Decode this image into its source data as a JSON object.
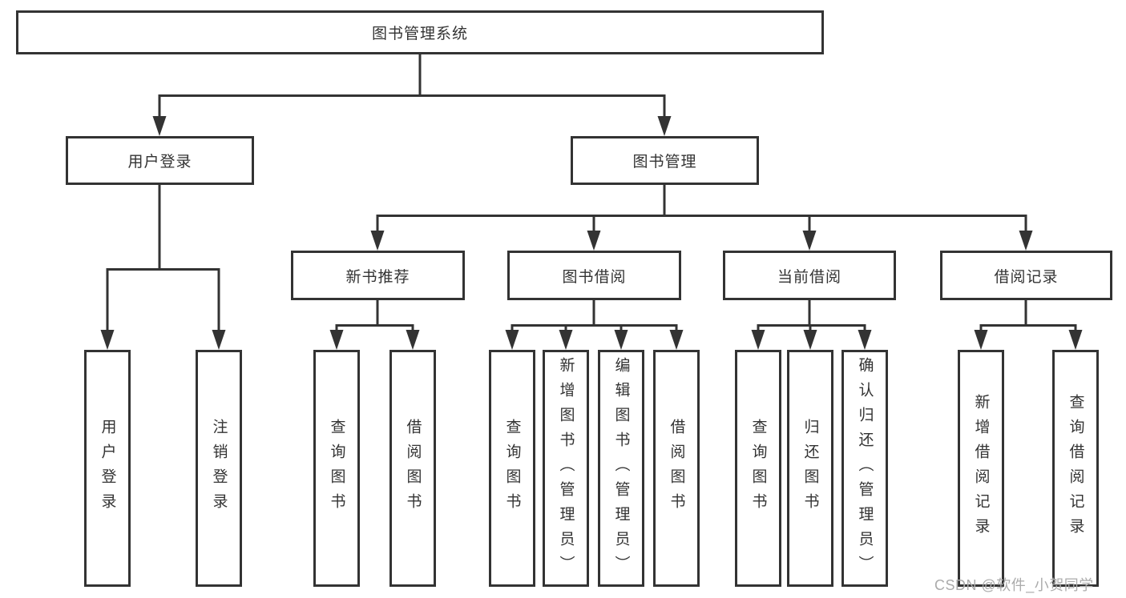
{
  "root": {
    "label": "图书管理系统"
  },
  "level2": [
    {
      "label": "用户登录"
    },
    {
      "label": "图书管理"
    }
  ],
  "level3": [
    {
      "label": "新书推荐"
    },
    {
      "label": "图书借阅"
    },
    {
      "label": "当前借阅"
    },
    {
      "label": "借阅记录"
    }
  ],
  "leaves": [
    {
      "label": "用户登录"
    },
    {
      "label": "注销登录"
    },
    {
      "label": "查询图书"
    },
    {
      "label": "借阅图书"
    },
    {
      "label": "查询图书"
    },
    {
      "label": "新增图书（管理员）"
    },
    {
      "label": "编辑图书（管理员）"
    },
    {
      "label": "借阅图书"
    },
    {
      "label": "查询图书"
    },
    {
      "label": "归还图书"
    },
    {
      "label": "确认归还（管理员）"
    },
    {
      "label": "新增借阅记录"
    },
    {
      "label": "查询借阅记录"
    }
  ],
  "watermark": {
    "text": "CSDN @软件_小贺同学"
  },
  "colors": {
    "line": "#333333",
    "box_border": "#333333",
    "text": "#333333",
    "watermark": "#ababab",
    "background": "#ffffff"
  }
}
